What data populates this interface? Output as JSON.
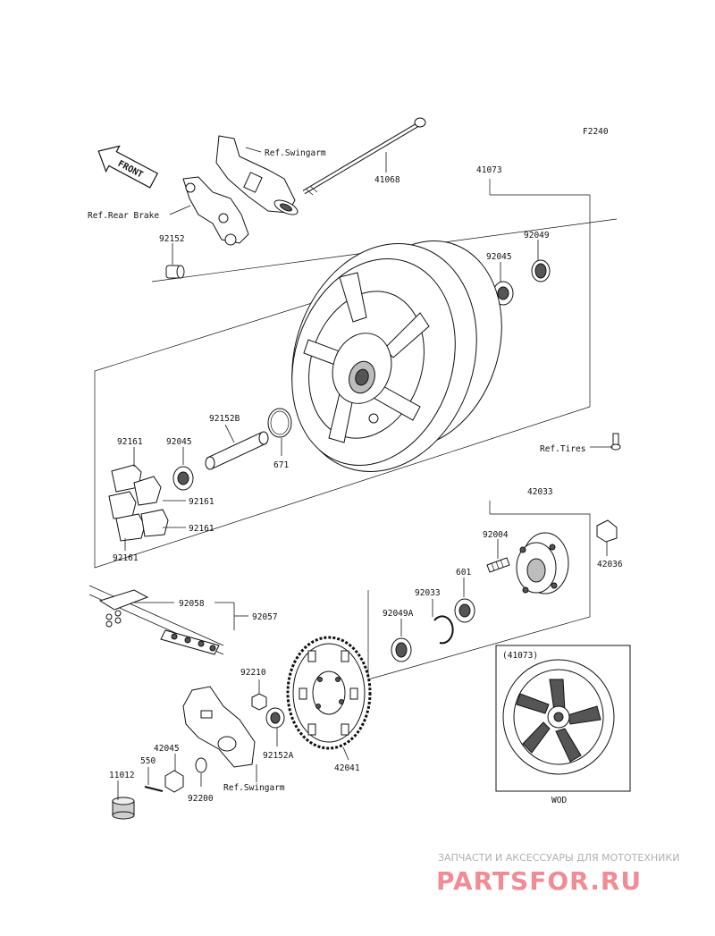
{
  "figure_code": "F2240",
  "front_label": "FRONT",
  "refs": {
    "swingarm_top": "Ref.Swingarm",
    "rear_brake": "Ref.Rear Brake",
    "tires": "Ref.Tires",
    "swingarm_bottom": "Ref.Swingarm"
  },
  "part_numbers": {
    "axle": "41068",
    "wheel_assy": "41073",
    "collar_top": "92152",
    "oil_seal_top": "92049",
    "bearing_top": "92045",
    "collar_b": "92152B",
    "bearing_left": "92045",
    "o_ring": "671",
    "damper_1": "92161",
    "damper_2": "92161",
    "damper_3": "92161",
    "damper_4": "92161",
    "coupling_assy": "42033",
    "stud": "92004",
    "nut_coupling": "42036",
    "circlip": "92033",
    "bearing_601": "601",
    "oil_seal_a": "92049A",
    "chain_link": "92058",
    "chain": "92057",
    "nut_92210": "92210",
    "sprocket": "42041",
    "collar_a": "92152A",
    "axle_nut": "42045",
    "cotter_pin": "550",
    "cap": "11012",
    "washer": "92200"
  },
  "inset": {
    "ref": "(41073)",
    "color_code": "WOD"
  },
  "watermark": {
    "tagline": "ЗАПЧАСТИ И АКСЕССУАРЫ ДЛЯ МОТОТЕХНИКИ",
    "brand": "PARTSFOR.RU"
  }
}
